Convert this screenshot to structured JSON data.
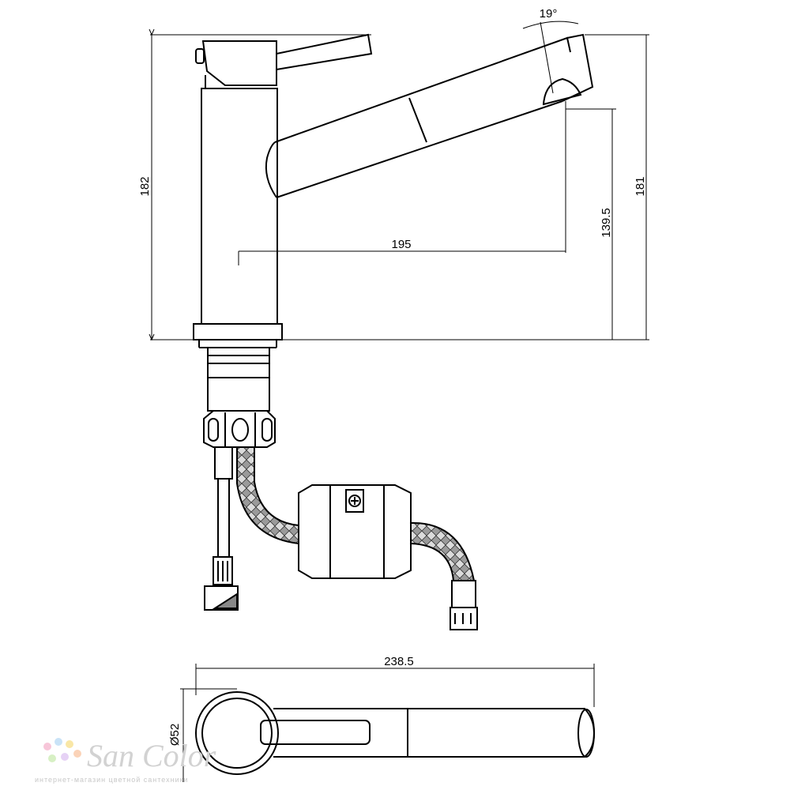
{
  "dimensions": {
    "total_height": "182",
    "spout_height": "181",
    "aerator_height": "139.5",
    "reach": "195",
    "swivel_angle": "19°",
    "length_top_view": "238.5",
    "base_diameter": "Ø52"
  },
  "watermark": {
    "brand": "San Color",
    "tagline": "интернет-магазин цветной сантехники",
    "dot_colors": [
      "#f7c6d9",
      "#c9e3f7",
      "#f9e7a6",
      "#d7f0c4",
      "#e6d2f5",
      "#fbd3b8"
    ]
  }
}
